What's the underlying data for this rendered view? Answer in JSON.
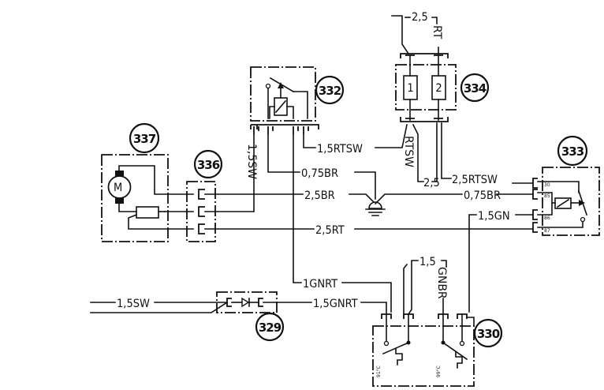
{
  "diagram": {
    "type": "automotive wiring diagram (radiator fan / relay circuit)",
    "components": [
      {
        "id": "337",
        "label": "337",
        "kind": "fan motor with series resistor",
        "symbol": "M"
      },
      {
        "id": "336",
        "label": "336",
        "kind": "3-pin connector"
      },
      {
        "id": "332",
        "label": "332",
        "kind": "relay"
      },
      {
        "id": "334",
        "label": "334",
        "kind": "fuse holder",
        "fuses": [
          "1",
          "2"
        ]
      },
      {
        "id": "333",
        "label": "333",
        "kind": "relay",
        "pins": [
          "30",
          "85",
          "86",
          "87"
        ]
      },
      {
        "id": "329",
        "label": "329",
        "kind": "diode connector"
      },
      {
        "id": "330",
        "label": "330",
        "kind": "dual temperature switch",
        "thresholds": [
          "91°C",
          "99°C"
        ]
      }
    ],
    "wire_labels": {
      "w_15rtsw": "1,5RTSW",
      "w_rtsw_v": "RTSW",
      "w_15sw_v": "1,5SW",
      "w_075br_a": "0,75BR",
      "w_25br": "2,5BR",
      "w_075br_b": "0,75BR",
      "w_25rt": "2,5RT",
      "w_25_top": "2,5",
      "w_rt_top": "RT",
      "w_25_mid": "2,5",
      "w_25rtsw": "2,5RTSW",
      "w_15gn": "1,5GN",
      "w_1gnrt": "1GNRT",
      "w_15gnrt": "1,5GNRT",
      "w_15sw_h": "1,5SW",
      "w_15_bot": "1,5",
      "w_gnbr_v": "GNBR"
    },
    "temp_labels": {
      "t1": "91°C",
      "t2": "99°C"
    },
    "motor_symbol": "M",
    "fuse_labels": {
      "f1": "1",
      "f2": "2"
    }
  }
}
